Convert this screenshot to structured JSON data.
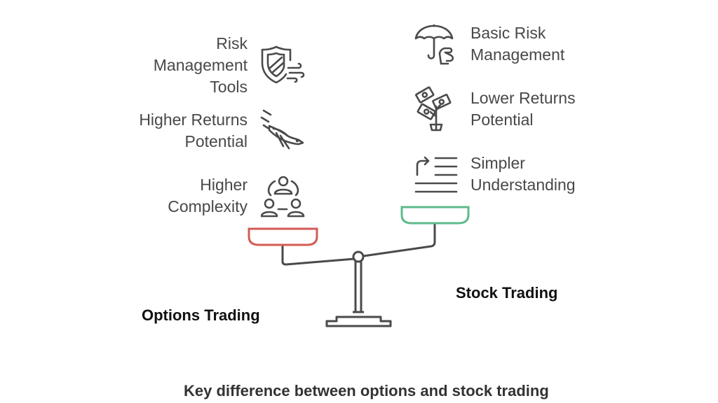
{
  "diagram": {
    "left_side": {
      "title": "Options Trading",
      "accent_color": "#d45a55",
      "items": [
        {
          "label": "Risk\nManagement\nTools",
          "icon": "shield-wind-icon"
        },
        {
          "label": "Higher Returns\nPotential",
          "icon": "diving-bird-icon"
        },
        {
          "label": "Higher\nComplexity",
          "icon": "people-network-icon"
        }
      ]
    },
    "right_side": {
      "title": "Stock Trading",
      "accent_color": "#5dbb8a",
      "items": [
        {
          "label": "Basic Risk\nManagement",
          "icon": "umbrella-hand-icon"
        },
        {
          "label": "Lower Returns\nPotential",
          "icon": "money-plant-icon"
        },
        {
          "label": "Simpler\nUnderstanding",
          "icon": "text-lines-arrow-icon"
        }
      ]
    },
    "caption": "Key difference between options and stock trading"
  }
}
